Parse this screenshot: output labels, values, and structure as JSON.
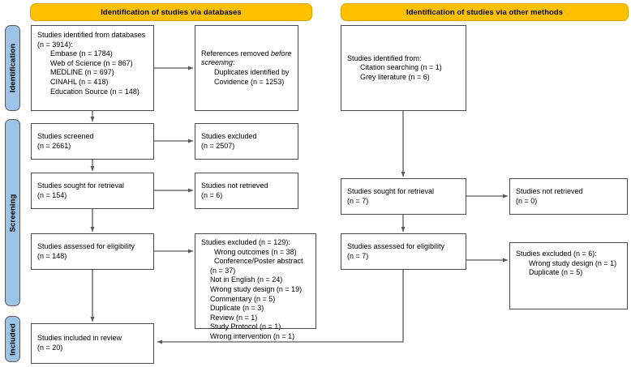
{
  "diagram": {
    "type": "prisma-flow-diagram",
    "colors": {
      "header_fill": "#FFC000",
      "phase_tab_fill": "#9DC3E6",
      "box_border": "#4a4a4a",
      "connector": "#595959",
      "background": "#FFFFFF"
    },
    "phases": [
      {
        "id": "identification",
        "label": "Identification"
      },
      {
        "id": "screening",
        "label": "Screening"
      },
      {
        "id": "included",
        "label": "Included"
      }
    ],
    "section_headers": [
      {
        "id": "databases",
        "label": "Identification of studies via databases"
      },
      {
        "id": "other-methods",
        "label": "Identification of studies via other methods"
      }
    ],
    "boxes": {
      "identified_databases": {
        "lines": [
          {
            "text": "Studies identified from databases",
            "indent": false
          },
          {
            "text": "(n = 3914):",
            "indent": false
          },
          {
            "text": "Embase (n = 1784)",
            "indent": true
          },
          {
            "text": "Web of Science (n = 867)",
            "indent": true
          },
          {
            "text": "MEDLINE (n = 697)",
            "indent": true
          },
          {
            "text": "CINAHL (n = 418)",
            "indent": true
          },
          {
            "text": "Education Source (n = 148)",
            "indent": true
          }
        ]
      },
      "references_removed": {
        "lines": [
          {
            "text": "References removed before",
            "indent": false,
            "italic_tail": "before"
          },
          {
            "text": "screening:",
            "indent": false,
            "italic": true
          },
          {
            "text": "Duplicates identified by",
            "indent": true
          },
          {
            "text": "Covidence (n = 1253)",
            "indent": true
          }
        ]
      },
      "studies_screened": {
        "lines": [
          {
            "text": "Studies screened",
            "indent": false
          },
          {
            "text": "(n = 2661)",
            "indent": false
          }
        ]
      },
      "studies_excluded_screening": {
        "lines": [
          {
            "text": "Studies excluded",
            "indent": false
          },
          {
            "text": "(n = 2507)",
            "indent": false
          }
        ]
      },
      "sought_retrieval_db": {
        "lines": [
          {
            "text": "Studies sought for retrieval",
            "indent": false
          },
          {
            "text": "(n = 154)",
            "indent": false
          }
        ]
      },
      "not_retrieved_db": {
        "lines": [
          {
            "text": "Studies not retrieved",
            "indent": false
          },
          {
            "text": "(n = 6)",
            "indent": false
          }
        ]
      },
      "assessed_eligibility_db": {
        "lines": [
          {
            "text": "Studies assessed for eligibility",
            "indent": false
          },
          {
            "text": "(n = 148)",
            "indent": false
          }
        ]
      },
      "excluded_eligibility_db": {
        "lines": [
          {
            "text": "Studies excluded (n = 129):",
            "indent": false
          },
          {
            "text": "Wrong outcomes (n = 38)",
            "indent": true
          },
          {
            "text": "Conference/Poster abstract",
            "indent": true
          },
          {
            "text": "(n = 37)",
            "indent": false
          },
          {
            "text": "Not in English (n = 24)",
            "indent": false
          },
          {
            "text": "Wrong study design (n = 19)",
            "indent": false
          },
          {
            "text": "Commentary (n = 5)",
            "indent": false
          },
          {
            "text": "Duplicate (n = 3)",
            "indent": false
          },
          {
            "text": "Review (n = 1)",
            "indent": false
          },
          {
            "text": "Study Protocol (n = 1)",
            "indent": false
          },
          {
            "text": "Wrong intervention (n = 1)",
            "indent": false
          }
        ]
      },
      "identified_other": {
        "lines": [
          {
            "text": "Studies identified from:",
            "indent": false
          },
          {
            "text": "Citation searching (n = 1)",
            "indent": true
          },
          {
            "text": "Grey literature (n = 6)",
            "indent": true
          }
        ]
      },
      "sought_retrieval_other": {
        "lines": [
          {
            "text": "Studies sought for retrieval",
            "indent": false
          },
          {
            "text": "(n = 7)",
            "indent": false
          }
        ]
      },
      "not_retrieved_other": {
        "lines": [
          {
            "text": "Studies not retrieved",
            "indent": false
          },
          {
            "text": "(n = 0)",
            "indent": false
          }
        ]
      },
      "assessed_eligibility_other": {
        "lines": [
          {
            "text": "Studies assessed for eligibility",
            "indent": false
          },
          {
            "text": "(n = 7)",
            "indent": false
          }
        ]
      },
      "excluded_eligibility_other": {
        "lines": [
          {
            "text": "Studies excluded (n = 6):",
            "indent": false
          },
          {
            "text": "Wrong study design (n = 1)",
            "indent": true
          },
          {
            "text": "Duplicate (n = 5)",
            "indent": true
          }
        ]
      },
      "included_review": {
        "lines": [
          {
            "text": "Studies included in review",
            "indent": false
          },
          {
            "text": "(n = 20)",
            "indent": false
          }
        ]
      }
    }
  }
}
